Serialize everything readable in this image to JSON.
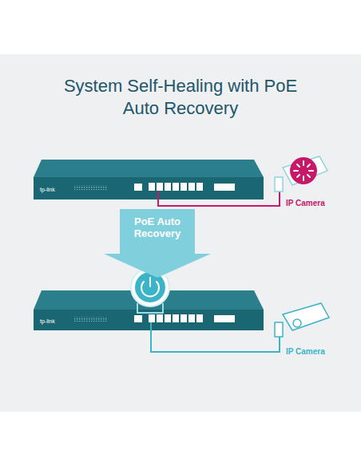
{
  "diagram": {
    "title": "System Self-Healing with PoE Auto Recovery",
    "nodes": [
      {
        "text": [
          "PoE Auto Recovery"
        ]
      }
    ],
    "labels": [
      "tp-link",
      "tp-link",
      "IP Camera",
      "IP Camera"
    ]
  }
}
